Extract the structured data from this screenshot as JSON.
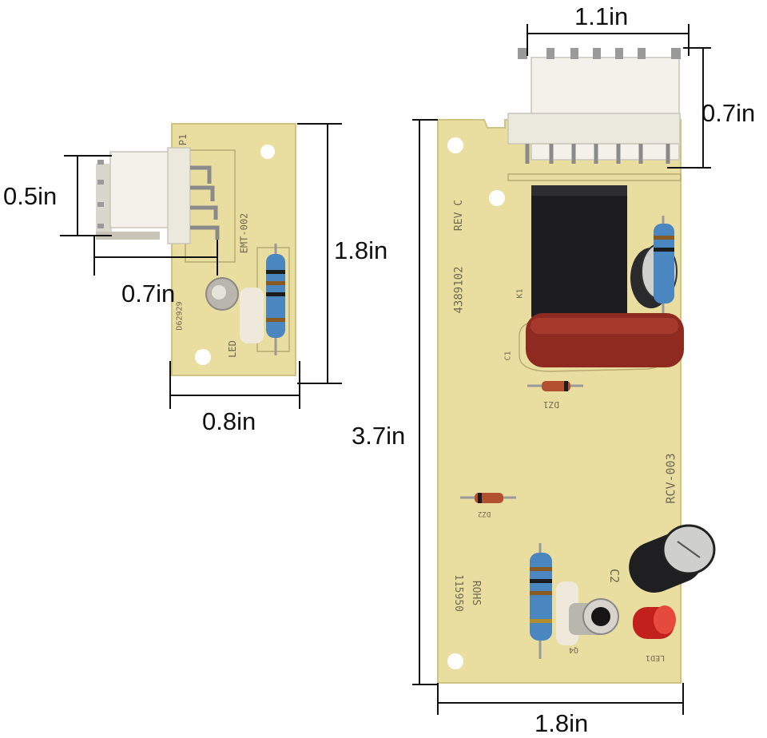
{
  "dimensions": {
    "small_height": "0.5in",
    "small_offset": "0.7in",
    "small_length": "1.8in",
    "small_width": "0.8in",
    "large_connector_width": "1.1in",
    "large_connector_depth": "0.7in",
    "large_length": "3.7in",
    "large_width": "1.8in"
  },
  "board_markings": {
    "small_p1": "P1",
    "small_part": "EMT-002",
    "small_code": "D62929",
    "small_led": "LED",
    "large_rev": "REV C",
    "large_part_no": "4389102",
    "large_k1": "K1",
    "large_c1": "C1",
    "large_dz1": "DZ1",
    "large_rcv": "RCV-003",
    "large_dz2": "DZ2",
    "large_rohs": "ROHS",
    "large_code": "115950",
    "large_c2": "C2",
    "large_q4": "Q4",
    "large_led1": "LED1"
  },
  "colors": {
    "pcb": "#e9dea0",
    "connector": "#f3f1ea",
    "relay": "#1d1d1f",
    "capacitor_film": "#8e2a1f",
    "resistor": "#4a86c0",
    "led_red": "#c2201c"
  }
}
